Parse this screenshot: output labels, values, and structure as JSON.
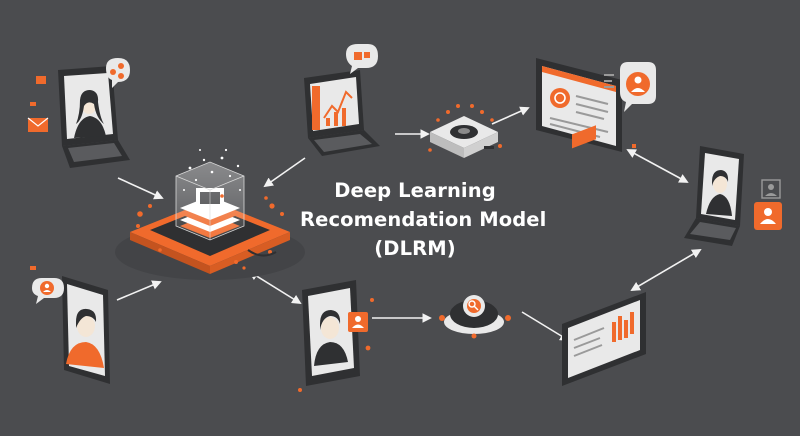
{
  "title": {
    "line1": "Deep Learning",
    "line2": "Recomendation Model",
    "line3": "(DLRM)"
  },
  "colors": {
    "background": "#4b4c4f",
    "accent": "#f06a2c",
    "device_dark": "#2f3032",
    "screen": "#e9e9e9",
    "connector": "#f2f2f2"
  },
  "icons": {
    "center_hub": "stacked-cube-model-icon",
    "processor": "processor-chip-icon",
    "search_node": "search-node-icon",
    "user_avatar": "user-avatar-icon",
    "bar_chart": "bar-chart-icon",
    "chat_bubble": "chat-bubble-icon",
    "mail": "mail-icon"
  }
}
